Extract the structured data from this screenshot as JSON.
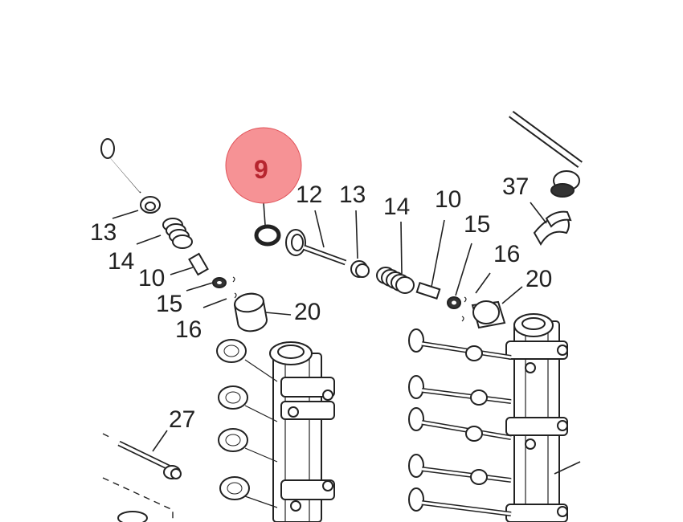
{
  "diagram": {
    "highlight_color": "#f07a7e",
    "highlight_text_color": "#b7252f",
    "callouts": [
      {
        "id": "c9",
        "label": "9",
        "highlighted": true
      },
      {
        "id": "c12",
        "label": "12"
      },
      {
        "id": "c13",
        "label": "13"
      },
      {
        "id": "c14a",
        "label": "14"
      },
      {
        "id": "c10a",
        "label": "10"
      },
      {
        "id": "c15a",
        "label": "15"
      },
      {
        "id": "c37",
        "label": "37"
      },
      {
        "id": "c16a",
        "label": "16"
      },
      {
        "id": "c20a",
        "label": "20"
      },
      {
        "id": "c13l",
        "label": "13"
      },
      {
        "id": "c14b",
        "label": "14"
      },
      {
        "id": "c10b",
        "label": "10"
      },
      {
        "id": "c15b",
        "label": "15"
      },
      {
        "id": "c16b",
        "label": "16"
      },
      {
        "id": "c20b",
        "label": "20"
      },
      {
        "id": "c27",
        "label": "27"
      }
    ]
  }
}
